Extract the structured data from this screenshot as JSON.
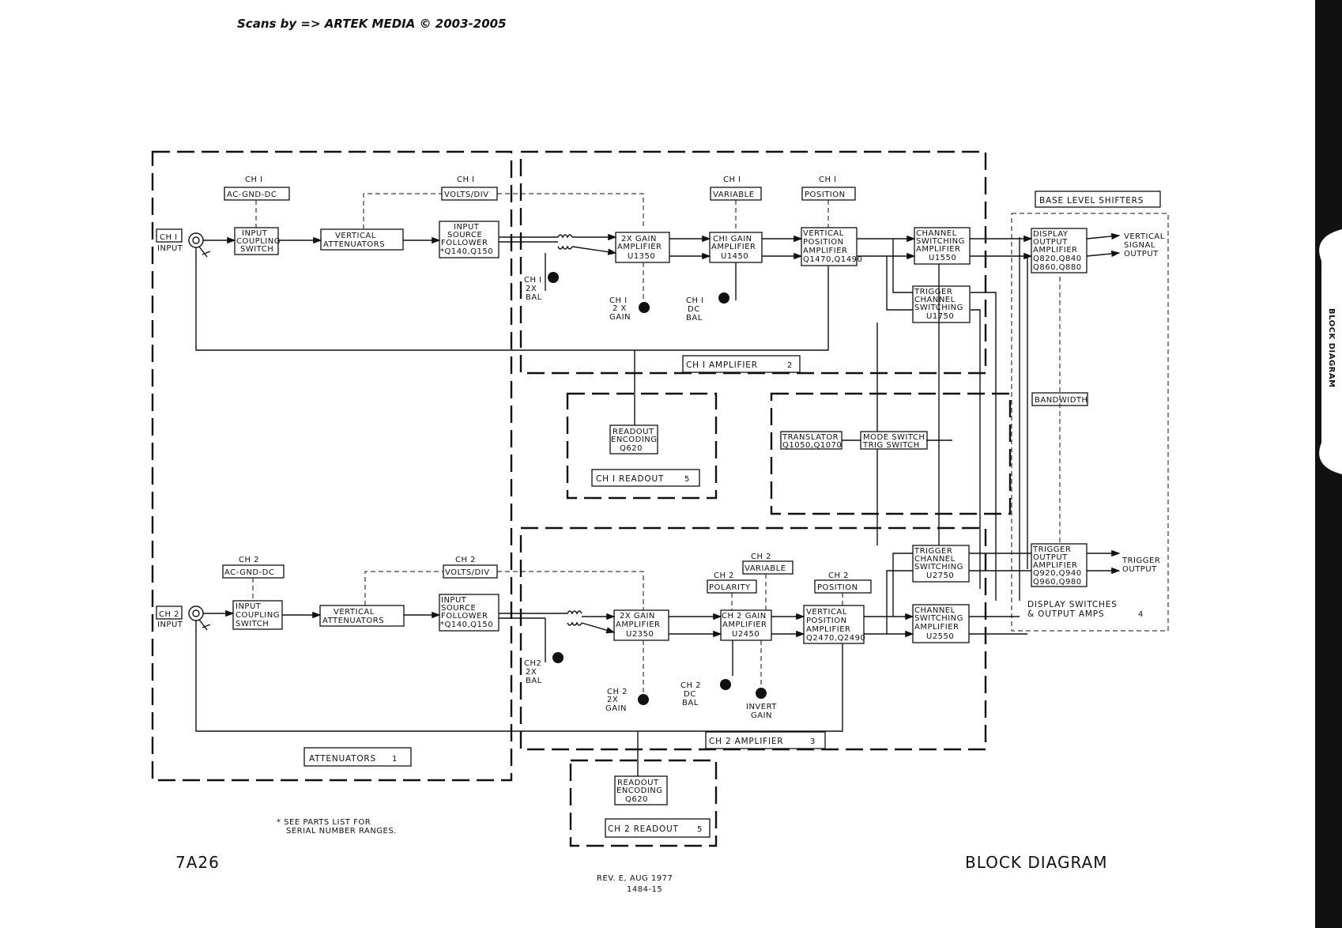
{
  "header": {
    "scan_credit": "Scans by => ARTEK MEDIA  © 2003-2005"
  },
  "side_tab": {
    "label": "BLOCK DIAGRAM"
  },
  "footer": {
    "model": "7A26",
    "title": "BLOCK DIAGRAM",
    "rev": "REV. E, AUG 1977",
    "part": "1484-15",
    "note_line1": "* SEE PARTS LIST FOR",
    "note_line2": "SERIAL NUMBER RANGES."
  },
  "sections": {
    "attenuators": "ATTENUATORS",
    "attenuators_num": "1",
    "ch1_amp": "CH I AMPLIFIER",
    "ch1_amp_num": "2",
    "ch1_readout": "CH I READOUT",
    "ch1_readout_num": "5",
    "ch2_amp": "CH 2  AMPLIFIER",
    "ch2_amp_num": "3",
    "ch2_readout": "CH 2  READOUT",
    "ch2_readout_num": "5",
    "base_level": "BASE LEVEL SHIFTERS",
    "display_switches_1": "DISPLAY SWITCHES",
    "display_switches_2": "& OUTPUT AMPS",
    "display_switches_num": "4"
  },
  "ch1": {
    "input_tag": "CH I",
    "input": "INPUT",
    "acgnd_top": "CH I",
    "acgnd": "AC-GND-DC",
    "volts_top": "CH I",
    "volts": "VOLTS/DIV",
    "var_top": "CH I",
    "variable": "VARIABLE",
    "pos_top": "CH I",
    "position": "POSITION",
    "coupling": [
      "INPUT",
      "COUPLING",
      "SWITCH"
    ],
    "vert_att": [
      "VERTICAL",
      "ATTENUATORS"
    ],
    "src_follower": [
      "INPUT",
      "SOURCE",
      "FOLLOWER",
      "*Q140,Q150"
    ],
    "gain2x": [
      "2X GAIN",
      "AMPLIFIER",
      "U1350"
    ],
    "gainamp": [
      "CHI GAIN",
      "AMPLIFIER",
      "U1450"
    ],
    "vertpos": [
      "VERTICAL",
      "POSITION",
      "AMPLIFIER",
      "Q1470,Q1490"
    ],
    "chsw": [
      "CHANNEL",
      "SWITCHING",
      "AMPLIFIER",
      "U1550"
    ],
    "trigsw": [
      "TRIGGER",
      "CHANNEL",
      "SWITCHING",
      "U1750"
    ],
    "readout": [
      "READOUT",
      "ENCODING",
      "Q620"
    ],
    "bal": [
      "CH I",
      "2X",
      "BAL"
    ],
    "xgain": [
      "CH I",
      "2 X",
      "GAIN"
    ],
    "dcbal": [
      "CH I",
      "DC",
      "BAL"
    ]
  },
  "ch2": {
    "input_tag": "CH 2",
    "input": "INPUT",
    "acgnd_top": "CH 2",
    "acgnd": "AC-GND-DC",
    "volts_top": "CH 2",
    "volts": "VOLTS/DIV",
    "var_top": "CH 2",
    "variable": "VARIABLE",
    "pol_top": "CH 2",
    "polarity": "POLARITY",
    "pos_top": "CH 2",
    "position": "POSITION",
    "coupling": [
      "INPUT",
      "COUPLING",
      "SWITCH"
    ],
    "vert_att": [
      "VERTICAL",
      "ATTENUATORS"
    ],
    "src_follower": [
      "INPUT",
      "SOURCE",
      "FOLLOWER",
      "*Q140,Q150"
    ],
    "gain2x": [
      "2X GAIN",
      "AMPLIFIER",
      "U2350"
    ],
    "gainamp": [
      "CH 2 GAIN",
      "AMPLIFIER",
      "U2450"
    ],
    "vertpos": [
      "VERTICAL",
      "POSITION",
      "AMPLIFIER",
      "Q2470,Q2490"
    ],
    "chsw": [
      "CHANNEL",
      "SWITCHING",
      "AMPLIFIER",
      "U2550"
    ],
    "trigsw": [
      "TRIGGER",
      "CHANNEL",
      "SWITCHING",
      "U2750"
    ],
    "readout": [
      "READOUT",
      "ENCODING",
      "Q620"
    ],
    "bal": [
      "CH2",
      "2X",
      "BAL"
    ],
    "xgain": [
      "CH 2",
      "2X",
      "GAIN"
    ],
    "dcbal": [
      "CH 2",
      "DC",
      "BAL"
    ],
    "invert": [
      "INVERT",
      "GAIN"
    ]
  },
  "center": {
    "translator": [
      "TRANSLATOR",
      "Q1050,Q1070"
    ],
    "modesw": [
      "MODE SWITCH",
      "TRIG SWITCH"
    ],
    "bandwidth": "BANDWIDTH"
  },
  "outputs": {
    "display_amp": [
      "DISPLAY",
      "OUTPUT",
      "AMPLIFIER",
      "Q820,Q840",
      "Q860,Q880"
    ],
    "vertical_out": [
      "VERTICAL",
      "SIGNAL",
      "OUTPUT"
    ],
    "trigger_amp": [
      "TRIGGER",
      "OUTPUT",
      "AMPLIFIER",
      "Q920,Q940",
      "Q960,Q980"
    ],
    "trigger_out": [
      "TRIGGER",
      "OUTPUT"
    ]
  }
}
